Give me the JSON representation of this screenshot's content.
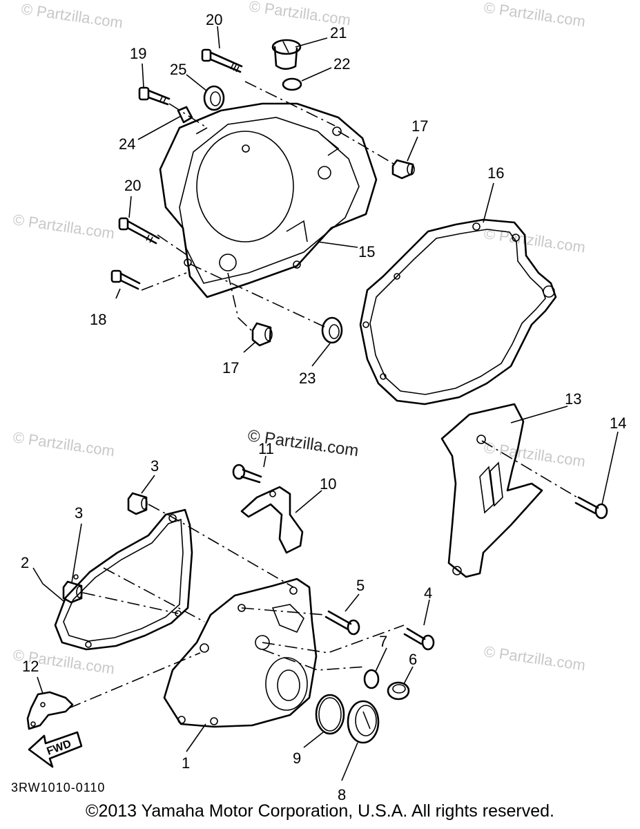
{
  "watermarks": {
    "text": "© Partzilla.com",
    "center_text": "© Partzilla.com"
  },
  "callouts": {
    "c1": "1",
    "c2": "2",
    "c3a": "3",
    "c3b": "3",
    "c4": "4",
    "c5": "5",
    "c6": "6",
    "c7": "7",
    "c8": "8",
    "c9": "9",
    "c10": "10",
    "c11": "11",
    "c12": "12",
    "c13": "13",
    "c14": "14",
    "c15": "15",
    "c16": "16",
    "c17a": "17",
    "c17b": "17",
    "c18": "18",
    "c19": "19",
    "c20a": "20",
    "c20b": "20",
    "c21": "21",
    "c22": "22",
    "c23": "23",
    "c24": "24",
    "c25": "25"
  },
  "fwd_label": "FWD",
  "diagram_code": "3RW1010-0110",
  "copyright": "©2013  Yamaha Motor Corporation, U.S.A. All rights reserved."
}
